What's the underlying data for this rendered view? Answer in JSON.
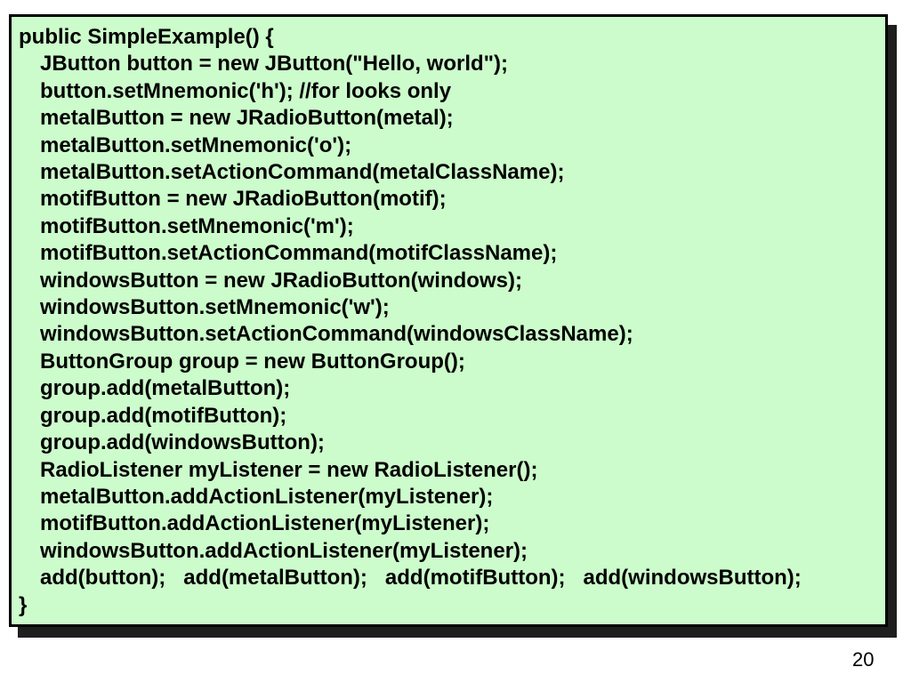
{
  "slide": {
    "kind": "presentation-slide-code",
    "colors": {
      "slide_background": "#ffffff",
      "code_box_background": "#ccfccb",
      "code_box_border": "#000000",
      "code_box_shadow": "#1e1e1e",
      "text": "#000000"
    }
  },
  "code_box": {
    "lines": [
      {
        "indent": 0,
        "text": "public SimpleExample() {"
      },
      {
        "indent": 1,
        "text": "JButton button = new JButton(\"Hello, world\");"
      },
      {
        "indent": 1,
        "text": "button.setMnemonic('h'); //for looks only"
      },
      {
        "indent": 1,
        "text": "metalButton = new JRadioButton(metal);"
      },
      {
        "indent": 1,
        "text": "metalButton.setMnemonic('o');"
      },
      {
        "indent": 1,
        "text": "metalButton.setActionCommand(metalClassName);"
      },
      {
        "indent": 1,
        "text": "motifButton = new JRadioButton(motif);"
      },
      {
        "indent": 1,
        "text": "motifButton.setMnemonic('m');"
      },
      {
        "indent": 1,
        "text": "motifButton.setActionCommand(motifClassName);"
      },
      {
        "indent": 1,
        "text": "windowsButton = new JRadioButton(windows);"
      },
      {
        "indent": 1,
        "text": "windowsButton.setMnemonic('w');"
      },
      {
        "indent": 1,
        "text": "windowsButton.setActionCommand(windowsClassName);"
      },
      {
        "indent": 1,
        "text": "ButtonGroup group = new ButtonGroup();"
      },
      {
        "indent": 1,
        "text": "group.add(metalButton);"
      },
      {
        "indent": 1,
        "text": "group.add(motifButton);"
      },
      {
        "indent": 1,
        "text": "group.add(windowsButton);"
      },
      {
        "indent": 1,
        "text": "RadioListener myListener = new RadioListener();"
      },
      {
        "indent": 1,
        "text": "metalButton.addActionListener(myListener);"
      },
      {
        "indent": 1,
        "text": "motifButton.addActionListener(myListener);"
      },
      {
        "indent": 1,
        "text": "windowsButton.addActionListener(myListener);"
      },
      {
        "indent": 1,
        "text": "add(button);   add(metalButton);   add(motifButton);   add(windowsButton);"
      },
      {
        "indent": 0,
        "text": "}"
      }
    ]
  },
  "footer": {
    "page_number": "20"
  }
}
